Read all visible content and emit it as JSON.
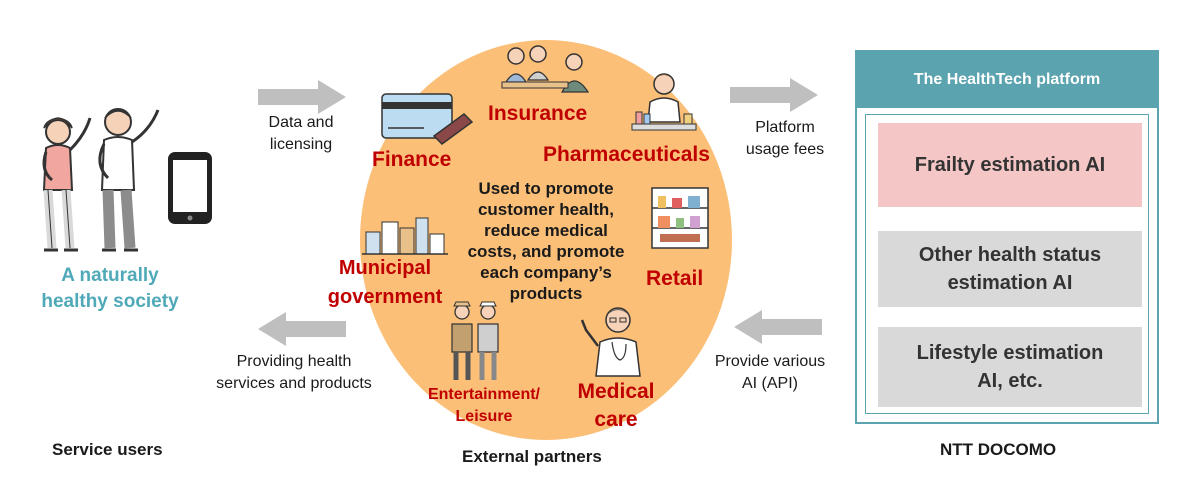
{
  "left": {
    "society_line1": "A naturally",
    "society_line2": "healthy society",
    "caption": "Service users"
  },
  "arrows": {
    "data_line1": "Data and",
    "data_line2": "licensing",
    "platform_line1": "Platform",
    "platform_line2": "usage fees",
    "providing_line1": "Providing health",
    "providing_line2": "services and products",
    "api_line1": "Provide various",
    "api_line2": "AI (API)"
  },
  "center": {
    "caption": "External partners",
    "text_lines": [
      "Used to promote",
      "customer health,",
      "reduce medical",
      "costs, and promote",
      "each company’s",
      "products"
    ],
    "sectors": {
      "insurance": "Insurance",
      "finance": "Finance",
      "pharmaceuticals": "Pharmaceuticals",
      "retail": "Retail",
      "municipal_line1": "Municipal",
      "municipal_line2": "government",
      "entertainment_line1": "Entertainment/",
      "entertainment_line2": "Leisure",
      "medical_line1": "Medical",
      "medical_line2": "care"
    }
  },
  "platform": {
    "title": "The HealthTech platform",
    "items": [
      {
        "line1": "Frailty estimation AI",
        "line2": "",
        "color": "#f4c6c6"
      },
      {
        "line1": "Other health status",
        "line2": "estimation AI",
        "color": "#d9d9d9"
      },
      {
        "line1": "Lifestyle estimation",
        "line2": "AI, etc.",
        "color": "#d9d9d9"
      }
    ],
    "caption": "NTT DOCOMO"
  },
  "colors": {
    "circle": "#fbbf78",
    "arrow": "#bfbfbf",
    "teal": "#5ba3ae",
    "sector_red": "#c00000",
    "society_blue": "#4fa9b8"
  }
}
